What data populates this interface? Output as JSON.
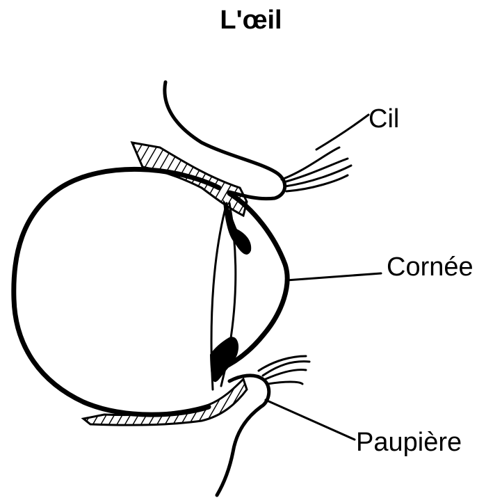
{
  "title": "L'œil",
  "labels": {
    "cil": "Cil",
    "cornee": "Cornée",
    "paupiere": "Paupière"
  },
  "colors": {
    "ink": "#000000",
    "background": "#ffffff"
  }
}
